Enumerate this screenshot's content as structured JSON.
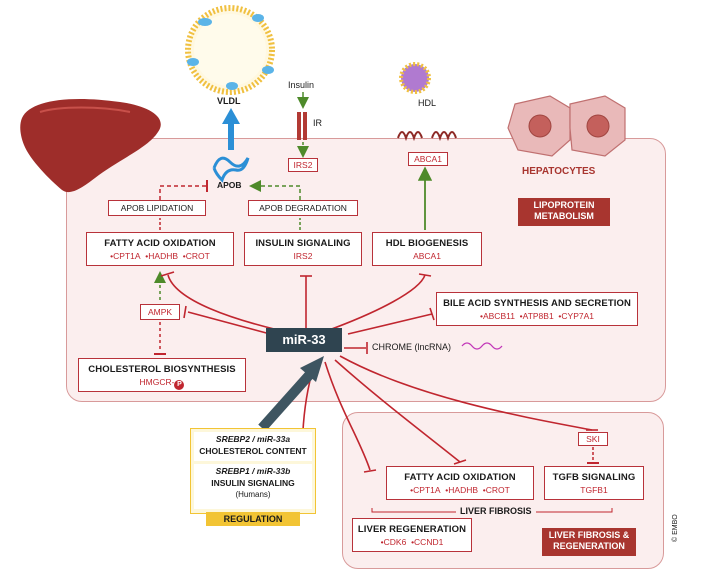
{
  "labels": {
    "vldl": "VLDL",
    "insulin": "Insulin",
    "ir": "IR",
    "hdl": "HDL",
    "apob": "APOB",
    "irs2_top": "IRS2",
    "abca1_top": "ABCA1",
    "hepatocytes": "HEPATOCYTES",
    "mir33": "miR-33",
    "chrome": "CHROME (lncRNA)",
    "ski": "SKI",
    "liver_fibrosis_label": "LIVER FIBROSIS",
    "copyright": "© EMBO"
  },
  "boxes": {
    "apob_lipidation": "APOB LIPIDATION",
    "apob_degradation": "APOB DEGRADATION",
    "fao_top": {
      "title": "FATTY ACID OXIDATION",
      "genes": [
        "CPT1A",
        "HADHB",
        "CROT"
      ]
    },
    "insulin_signaling": {
      "title": "INSULIN SIGNALING",
      "genes": [
        "IRS2"
      ]
    },
    "hdl_biogenesis": {
      "title": "HDL BIOGENESIS",
      "genes": [
        "ABCA1"
      ]
    },
    "ampk": "AMPK",
    "bile_acid": {
      "title": "BILE ACID SYNTHESIS AND SECRETION",
      "genes": [
        "ABCB11",
        "ATP8B1",
        "CYP7A1"
      ]
    },
    "cholesterol_biosynthesis": {
      "title": "CHOLESTEROL BIOSYNTHESIS",
      "genes": [
        "HMGCR-"
      ],
      "phospho": "P"
    },
    "fao_fibrosis": {
      "title": "FATTY ACID OXIDATION",
      "genes": [
        "CPT1A",
        "HADHB",
        "CROT"
      ]
    },
    "tgfb_signaling": {
      "title": "TGFB SIGNALING",
      "genes": [
        "TGFB1"
      ]
    },
    "liver_regeneration": {
      "title": "LIVER REGENERATION",
      "genes": [
        "CDK6",
        "CCND1"
      ]
    }
  },
  "panels": {
    "lipoprotein_metabolism": "LIPOPROTEIN METABOLISM",
    "liver_fibrosis_regeneration": "LIVER FIBROSIS & REGENERATION"
  },
  "regulation": {
    "srebp2": "SREBP2 / miR-33a",
    "cholesterol_content": "CHOLESTEROL CONTENT",
    "srebp1": "SREBP1 / miR-33b",
    "insulin_signaling": "INSULIN SIGNALING",
    "humans": "(Humans)",
    "label": "REGULATION"
  },
  "colors": {
    "inhibition": "#c0262f",
    "activation": "#4e8a2a",
    "secretion": "#2b8fd6",
    "regulation_arrow": "#3e5561",
    "panel_fill": "#fbeeee"
  }
}
